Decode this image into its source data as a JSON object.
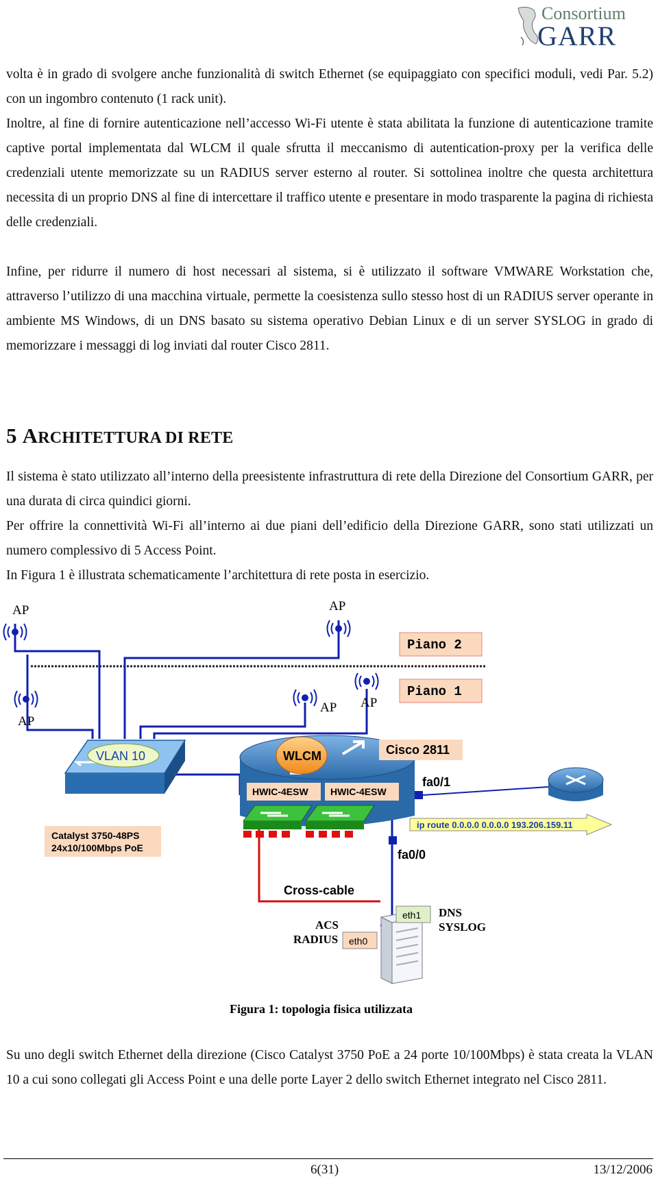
{
  "header": {
    "logo_text_1": "Consortium",
    "logo_text_2": "GARR"
  },
  "paragraphs": [
    "volta è in grado di svolgere anche funzionalità di switch Ethernet (se equipaggiato con specifici moduli, vedi Par. 5.2) con un ingombro contenuto (1 rack unit).",
    "Inoltre, al fine di fornire autenticazione nell’accesso Wi-Fi utente è stata abilitata la funzione di autenticazione tramite captive portal implementata dal WLCM  il quale sfrutta il meccanismo di autentication-proxy per la verifica delle credenziali utente memorizzate su un RADIUS server esterno al router. Si sottolinea inoltre che questa architettura necessita di un proprio DNS al fine di intercettare il traffico utente e presentare in modo trasparente la pagina di richiesta delle credenziali.",
    "Infine, per ridurre il numero di host necessari al sistema, si è utilizzato il software VMWARE Workstation che, attraverso l’utilizzo di una macchina virtuale, permette la coesistenza sullo stesso host di un RADIUS server operante in ambiente MS Windows, di un DNS basato su sistema operativo Debian Linux e di un server SYSLOG in grado di memorizzare i messaggi di log inviati dal router Cisco 2811."
  ],
  "section": {
    "number": "5",
    "title_first": "A",
    "title_rest": "RCHITETTURA DI RETE"
  },
  "section_paragraphs": [
    "Il sistema è stato utilizzato all’interno della preesistente infrastruttura di rete della Direzione del Consortium GARR, per una durata di circa quindici giorni.",
    "Per offrire la connettività Wi-Fi all’interno ai due piani dell’edificio della Direzione GARR, sono stati utilizzati un numero complessivo di 5 Access Point.",
    "In Figura 1 è illustrata schematicamente l’architettura di rete posta in esercizio."
  ],
  "figure": {
    "ap_label": "AP",
    "floor_2": "Piano 2",
    "floor_1": "Piano 1",
    "vlan": "VLAN 10",
    "wlcm": "WLCM",
    "router": "Cisco 2811",
    "module_1": "HWIC-4ESW",
    "module_2": "HWIC-4ESW",
    "port_fa01": "fa0/1",
    "port_fa00": "fa0/0",
    "route": "ip route 0.0.0.0 0.0.0.0 193.206.159.11",
    "switch_line_1": "Catalyst 3750-48PS",
    "switch_line_2": "24x10/100Mbps PoE",
    "cross_cable": "Cross-cable",
    "acs": "ACS",
    "radius": "RADIUS",
    "eth0": "eth0",
    "eth1": "eth1",
    "dns": "DNS",
    "syslog": "SYSLOG",
    "caption": "Figura 1: topologia fisica utilizzata"
  },
  "closing_paragraph": "Su uno degli switch Ethernet della direzione (Cisco Catalyst 3750 PoE a 24 porte 10/100Mbps) è stata creata la VLAN 10 a cui sono collegati gli Access Point e una delle porte Layer 2 dello switch Ethernet integrato nel Cisco 2811.",
  "footer": {
    "page": "6(31)",
    "date": "13/12/2006"
  },
  "colors": {
    "link_blue": "#1020b0",
    "cable_red": "#d01010",
    "router_blue": "#3d7fc1",
    "label_bg": "#fbd9bf",
    "route_yellow": "#ffff99",
    "vlan_green": "#eef7c8",
    "logo_green": "#6b8a6b"
  }
}
